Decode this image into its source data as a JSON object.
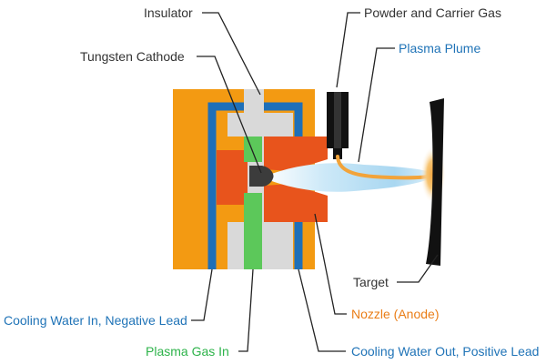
{
  "labels": {
    "insulator": "Insulator",
    "powder_and_carrier_gas": "Powder and Carrier Gas",
    "tungsten_cathode": "Tungsten Cathode",
    "plasma_plume": "Plasma Plume",
    "target": "Target",
    "nozzle_anode": "Nozzle (Anode)",
    "cooling_water_in": "Cooling Water In, Negative Lead",
    "plasma_gas_in": "Plasma Gas In",
    "cooling_water_out": "Cooling Water Out, Positive Lead"
  },
  "colors": {
    "label_dark": "#333333",
    "label_blue": "#1f73b7",
    "label_orange": "#ea7d16",
    "label_green": "#2db34a",
    "housing_orange": "#f39a12",
    "water_blue": "#1e6fb8",
    "insulator_gray": "#d9d9d9",
    "electrode_red": "#e8541c",
    "gas_green": "#5cc85a",
    "cathode_dark": "#3c3c3c",
    "plume_blue": "#a9d7f1",
    "target_black": "#111111"
  }
}
